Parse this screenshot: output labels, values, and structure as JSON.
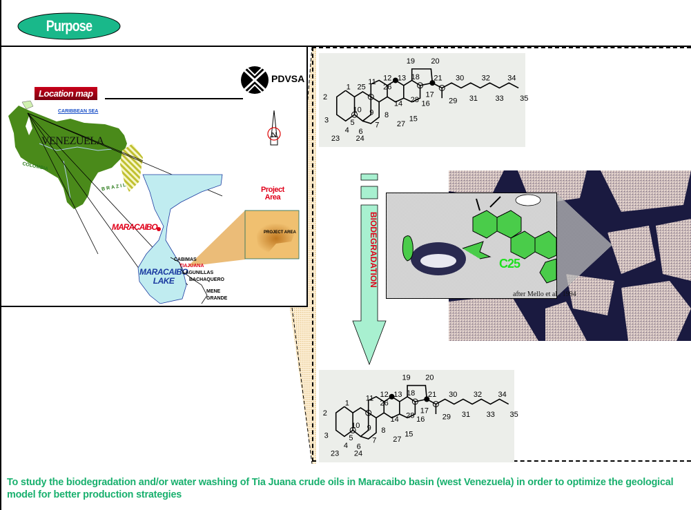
{
  "header": {
    "badge_label": "Purpose",
    "badge_color": "#19b88a"
  },
  "map": {
    "title_tag": "Location map",
    "logo_text": "PDVSA",
    "compass_letter": "N",
    "country_label": "VENEZUELA",
    "sea_label": "CARIBBEAN SEA",
    "neighbor_west": "COLOMBIA",
    "neighbor_south": "BRAZIL",
    "city_label": "MARACAIBO",
    "lake_label_line1": "MARACAIBO",
    "lake_label_line2": "LAKE",
    "towns": [
      "CABIMAS",
      "TIAJUANA",
      "LAGUNILLAS",
      "BACHAQUERO"
    ],
    "town_mene_line1": "MENE",
    "town_mene_line2": "GRANDE",
    "project_label_line1": "Project",
    "project_label_line2": "Area",
    "inset_label": "PROJECT AREA",
    "colors": {
      "land": "#4a8a1a",
      "lake": "#c0ecf0",
      "guyana_hatch": "#c8c83a",
      "highlight": "#e0001a",
      "project": "#e8b060"
    }
  },
  "molecule_top": {
    "atoms": [
      "1",
      "2",
      "3",
      "4",
      "5",
      "6",
      "7",
      "8",
      "9",
      "10",
      "11",
      "12",
      "13",
      "14",
      "15",
      "16",
      "17",
      "18",
      "19",
      "20",
      "21",
      "23",
      "24",
      "25",
      "26",
      "27",
      "28",
      "29",
      "30",
      "31",
      "32",
      "33",
      "34",
      "35"
    ]
  },
  "molecule_bottom": {
    "atoms": [
      "1",
      "2",
      "3",
      "4",
      "5",
      "6",
      "7",
      "8",
      "9",
      "10",
      "11",
      "12",
      "13",
      "14",
      "15",
      "16",
      "17",
      "18",
      "19",
      "20",
      "21",
      "23",
      "24",
      "26",
      "27",
      "28",
      "29",
      "30",
      "31",
      "32",
      "33",
      "34",
      "35"
    ]
  },
  "process": {
    "arrow_label": "BIODEGRADATION",
    "arrow_color": "#a8f0d0",
    "cartoon_label": "C25",
    "citation": "after Mello et al., 1994"
  },
  "footer": {
    "purpose_text": "To study the biodegradation and/or water washing of Tia Juana crude oils in Maracaibo basin (west Venezuela) in order to optimize the geological model for better production strategies"
  }
}
